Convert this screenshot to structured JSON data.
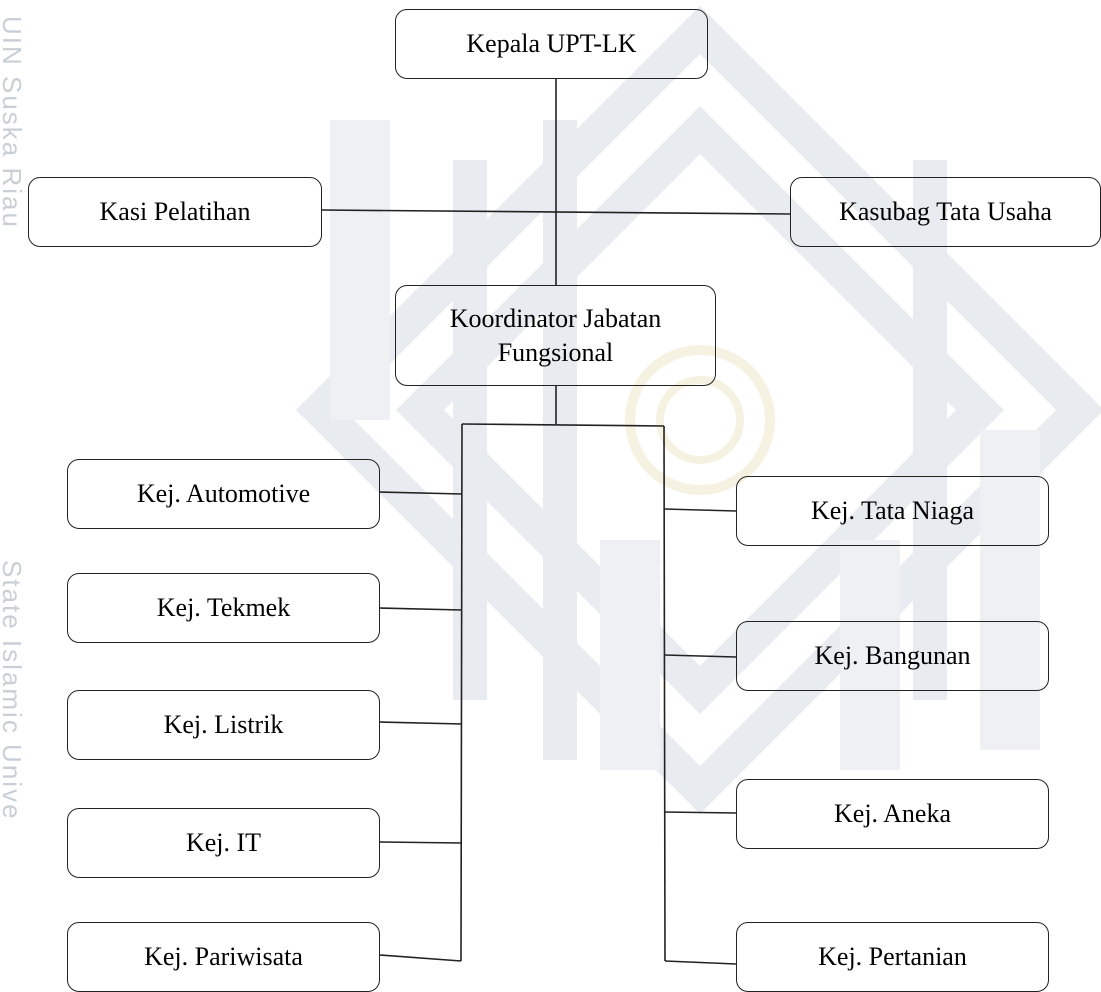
{
  "watermark": {
    "side_text_top": "UIN Suska Riau",
    "side_text_bottom": "State Islamic Unive"
  },
  "org_chart": {
    "head": "Kepala UPT-LK",
    "left_staff": "Kasi Pelatihan",
    "right_staff": "Kasubag Tata Usaha",
    "coordinator_line1": "Koordinator Jabatan",
    "coordinator_line2": "Fungsional",
    "left_units": [
      "Kej. Automotive",
      "Kej. Tekmek",
      "Kej. Listrik",
      "Kej. IT",
      "Kej. Pariwisata"
    ],
    "right_units": [
      "Kej. Tata Niaga",
      "Kej. Bangunan",
      "Kej. Aneka",
      "Kej. Pertanian"
    ]
  },
  "colors": {
    "line": "#222222",
    "watermark": "#e6e9ed",
    "side_text": "#c9cfd6"
  }
}
